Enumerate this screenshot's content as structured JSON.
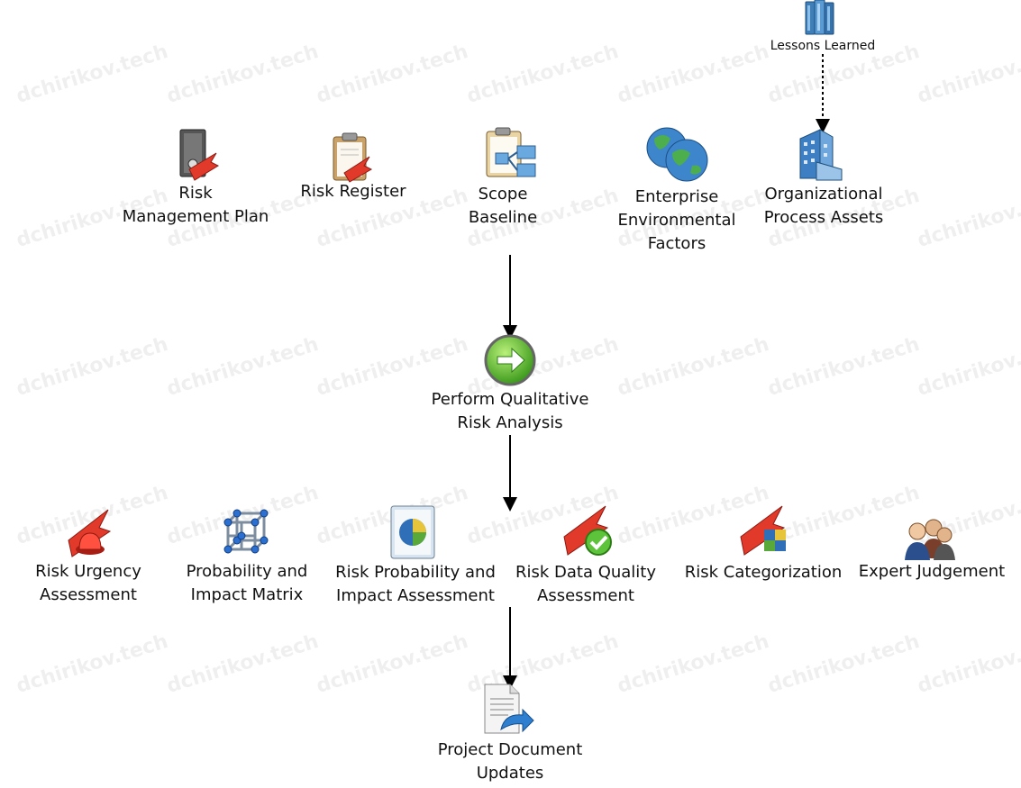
{
  "diagram": {
    "inputs": {
      "lessons_learned": "Lessons Learned",
      "risk_management_plan": [
        "Risk",
        "Management Plan"
      ],
      "risk_register": "Risk Register",
      "scope_baseline": [
        "Scope",
        "Baseline"
      ],
      "eef": [
        "Enterprise",
        "Environmental",
        "Factors"
      ],
      "opa": [
        "Organizational",
        "Process Assets"
      ]
    },
    "process": [
      "Perform Qualitative",
      "Risk Analysis"
    ],
    "tools": {
      "risk_urgency": [
        "Risk Urgency",
        "Assessment"
      ],
      "prob_impact_matrix": [
        "Probability and",
        "Impact Matrix"
      ],
      "risk_prob_impact_assessment": [
        "Risk Probability and",
        "Impact Assessment"
      ],
      "risk_data_quality": [
        "Risk Data Quality",
        "Assessment"
      ],
      "risk_categorization": "Risk Categorization",
      "expert_judgement": "Expert Judgement"
    },
    "output": [
      "Project Document",
      "Updates"
    ],
    "watermark": "dchirikov.tech"
  }
}
